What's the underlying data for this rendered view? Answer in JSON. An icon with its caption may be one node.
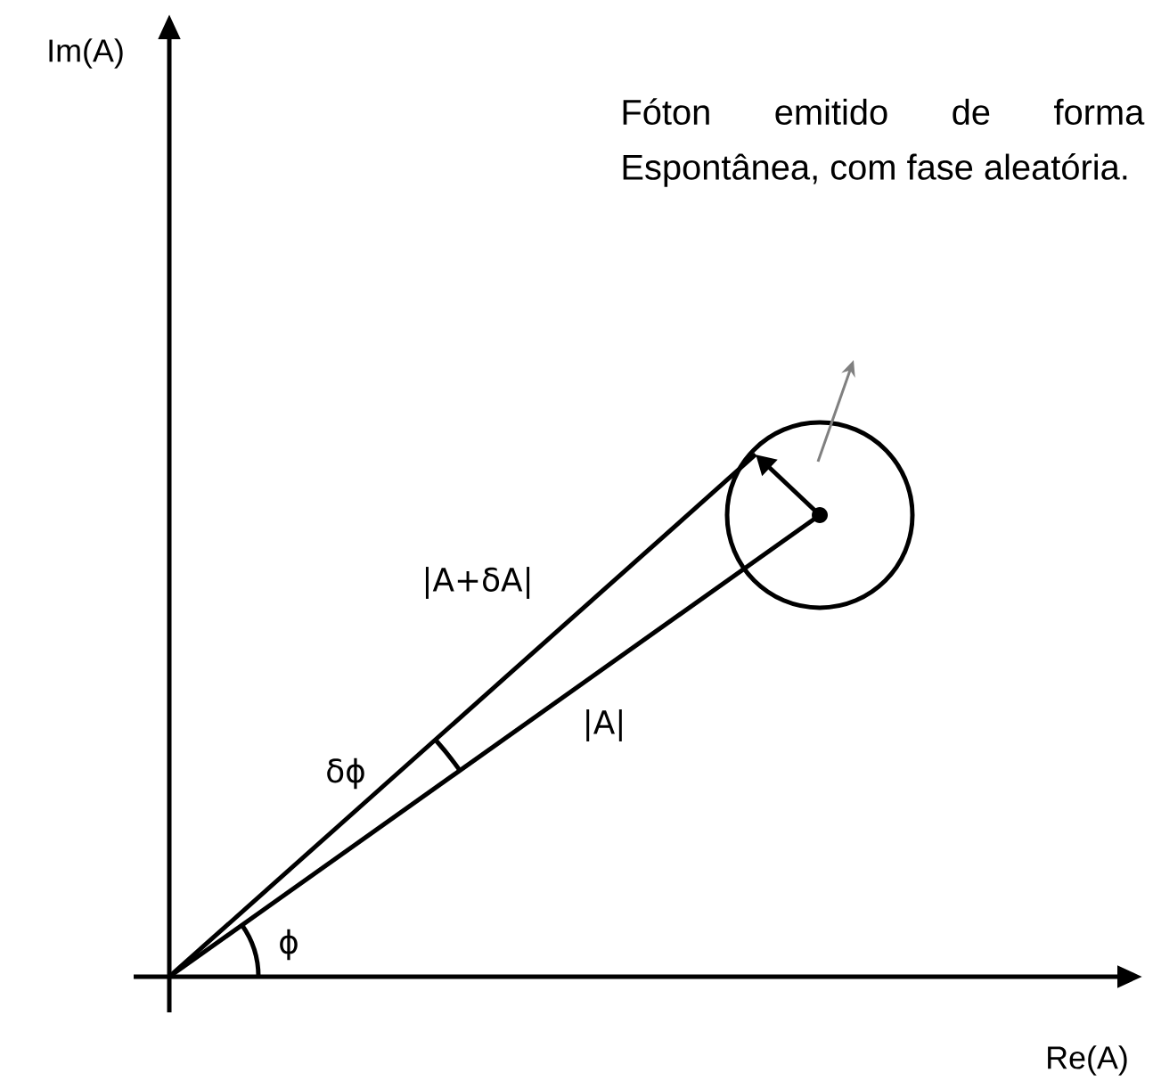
{
  "diagram": {
    "labels": [
      "Im(A)",
      "Fóton emitido de forma Espontânea, com fase aleatória.",
      "|A+δA|",
      "|A|",
      "δϕ",
      "ϕ",
      "Re(A)"
    ]
  }
}
